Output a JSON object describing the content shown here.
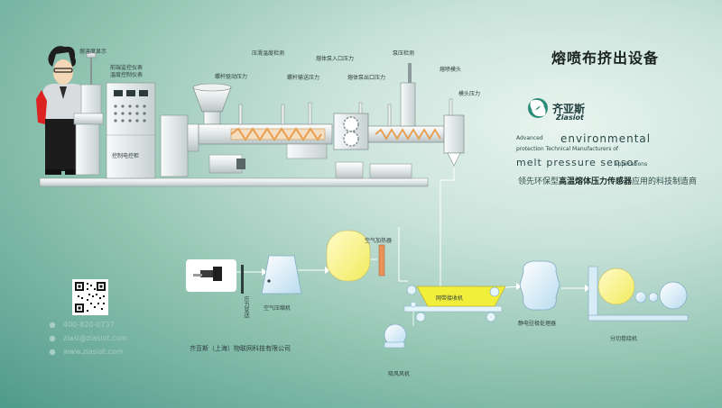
{
  "page": {
    "title": "熔喷布挤出设备",
    "brand": {
      "name_cn": "齐亚斯",
      "name_en": "Ziasiot"
    },
    "tagline": {
      "line1_small": "Advanced",
      "line1_big": "environmental",
      "line2": "protection Technical Manufacturers of",
      "line3_big": "melt pressure sensor",
      "line3_small": "applications",
      "slogan_pre": "领先环保型",
      "slogan_bold": "高温熔体压力传感器",
      "slogan_post": "应用的科技制造商"
    },
    "contact": {
      "phone": "400-820-0737",
      "email": "ziasi@ziasiot.com",
      "web": "www.ziasiot.com"
    },
    "company": "齐亚斯（上海）物联网科技有限公司"
  },
  "labels": {
    "melt_temp_display": "熔温度显示",
    "panel_display": "前端监控仪表\n温度控制仪表",
    "main_cabinet": "控制电控柜",
    "motor_pressure": "螺杆驱动压力",
    "feed_temp": "压滑温度检测",
    "screw_pressure": "螺杆输送压力",
    "filter_pressure_1": "熔体泵入口压力",
    "pump_outlet_pressure": "熔体泵出口压力",
    "pump_sensor": "泵压检测",
    "die_head": "熔喷模头",
    "die_pressure": "模头压力",
    "air_heater": "空气加热器",
    "pressure_sensor": "压力变送",
    "air_compressor": "空气压缩机",
    "net_receiver": "网带接收机",
    "suction_fan": "吸风风机",
    "electrostatic": "静电驻极处理器",
    "winder": "分切卷绕机"
  },
  "colors": {
    "bg_center": "#e9f4ef",
    "bg_edge": "#4f9a8a",
    "receiver_yellow": "#f2ef3c",
    "tank_yellow": "#f6f7a4",
    "water_blue": "#cde8f7",
    "screw_orange": "#e89c4d"
  }
}
